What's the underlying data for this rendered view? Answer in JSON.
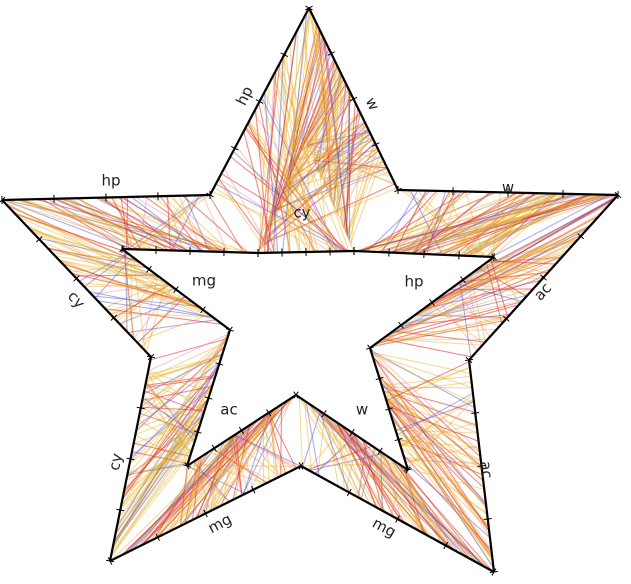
{
  "diagram": {
    "type": "star-parallel-coordinates",
    "outer_axes": [
      "hp",
      "w",
      "w",
      "ac",
      "ac",
      "mg",
      "mg",
      "cy",
      "cy",
      "hp"
    ],
    "inner_axes": [
      "cy",
      "hp",
      "w",
      "ac",
      "mg"
    ],
    "colors": {
      "gold": "#e6b020",
      "red": "#e0302a",
      "blue": "#4a4ad8",
      "pink": "#e88aa0",
      "axis": "#000000"
    }
  }
}
